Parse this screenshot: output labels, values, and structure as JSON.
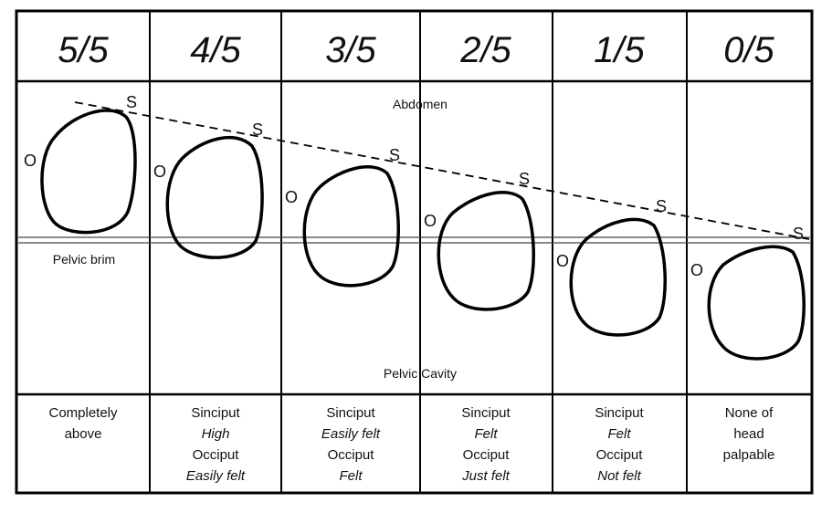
{
  "columns": [
    {
      "fraction": "5/5",
      "desc": [
        {
          "text": "Completely",
          "italic": false
        },
        {
          "text": "above",
          "italic": false
        }
      ]
    },
    {
      "fraction": "4/5",
      "desc": [
        {
          "text": "Sinciput",
          "italic": false
        },
        {
          "text": "High",
          "italic": true
        },
        {
          "text": "Occiput",
          "italic": false
        },
        {
          "text": "Easily felt",
          "italic": true
        }
      ]
    },
    {
      "fraction": "3/5",
      "desc": [
        {
          "text": "Sinciput",
          "italic": false
        },
        {
          "text": "Easily felt",
          "italic": true
        },
        {
          "text": "Occiput",
          "italic": false
        },
        {
          "text": "Felt",
          "italic": true
        }
      ]
    },
    {
      "fraction": "2/5",
      "desc": [
        {
          "text": "Sinciput",
          "italic": false
        },
        {
          "text": "Felt",
          "italic": true
        },
        {
          "text": "Occiput",
          "italic": false
        },
        {
          "text": "Just felt",
          "italic": true
        }
      ]
    },
    {
      "fraction": "1/5",
      "desc": [
        {
          "text": "Sinciput",
          "italic": false
        },
        {
          "text": "Felt",
          "italic": true
        },
        {
          "text": "Occiput",
          "italic": false
        },
        {
          "text": "Not felt",
          "italic": true
        }
      ]
    },
    {
      "fraction": "0/5",
      "desc": [
        {
          "text": "None of",
          "italic": false
        },
        {
          "text": "head",
          "italic": false
        },
        {
          "text": "palpable",
          "italic": false
        }
      ]
    }
  ],
  "labels": {
    "abdomen": "Abdomen",
    "pelvic_brim": "Pelvic brim",
    "pelvic_cavity": "Pelvic Cavity",
    "occiput_marker": "O",
    "sinciput_marker": "S"
  }
}
